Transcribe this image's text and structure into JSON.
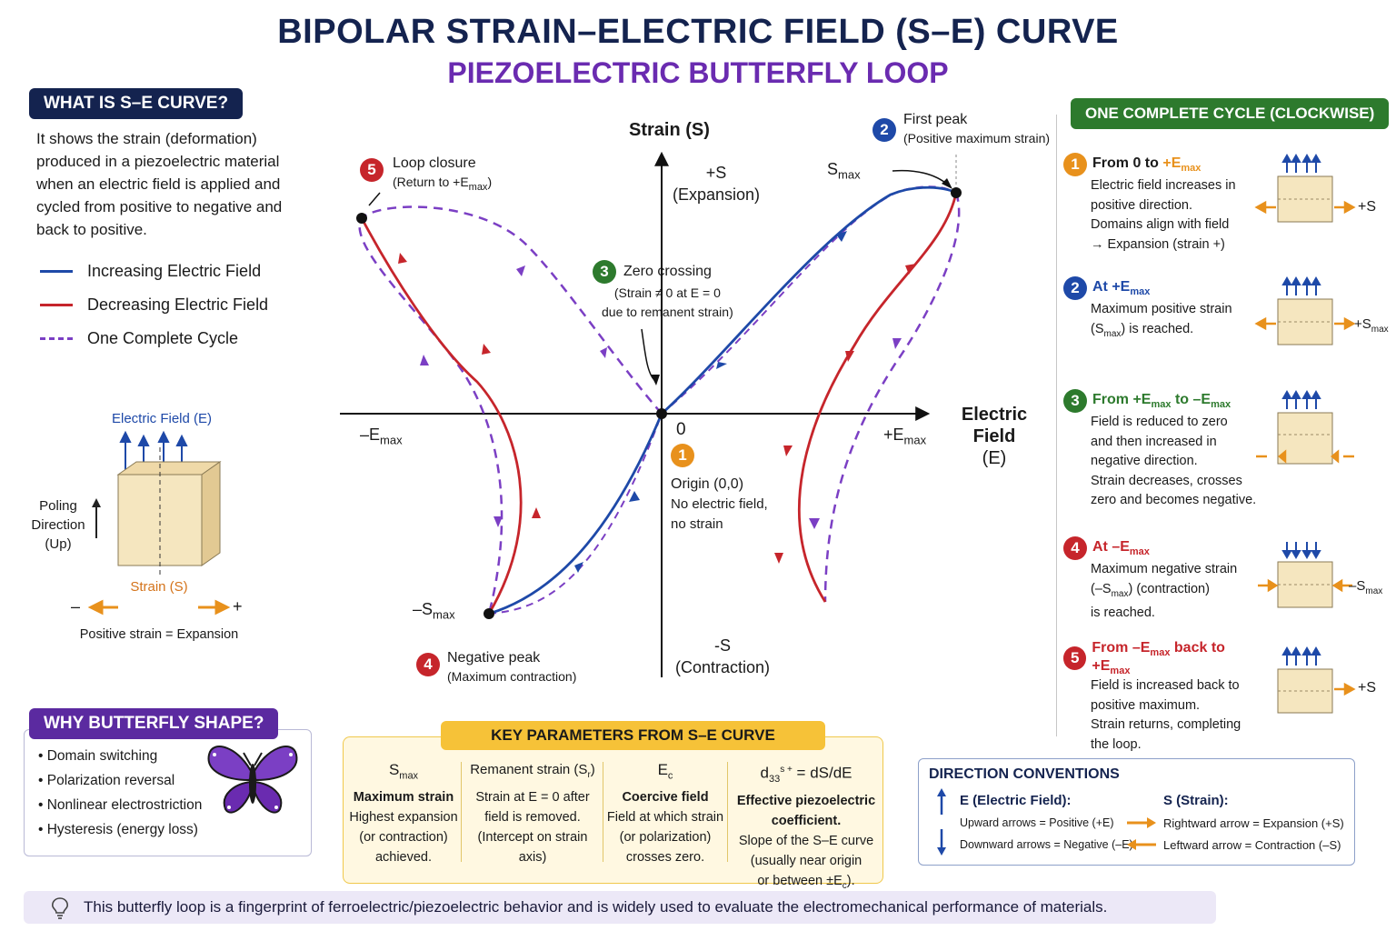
{
  "title": "BIPOLAR STRAIN–ELECTRIC FIELD (S–E) CURVE",
  "subtitle": "PIEZOELECTRIC BUTTERFLY LOOP",
  "intro": {
    "heading": "WHAT IS S–E CURVE?",
    "text": "It shows the strain (deformation) produced in a piezoelectric material when an electric field is applied and cycled from positive to negative and back to positive."
  },
  "legend": [
    {
      "label": "Increasing Electric Field",
      "color": "#1e49a8",
      "style": "solid"
    },
    {
      "label": "Decreasing Electric Field",
      "color": "#c6252b",
      "style": "solid"
    },
    {
      "label": "One Complete Cycle",
      "color": "#7b3fc4",
      "style": "dashed"
    }
  ],
  "poling": {
    "field_label": "Electric Field (E)",
    "direction_label": "Poling Direction (Up)",
    "strain_label": "Strain (S)",
    "minus": "–",
    "plus": "+",
    "caption": "Positive strain = Expansion"
  },
  "why": {
    "heading": "WHY BUTTERFLY SHAPE?",
    "items": [
      "Domain switching",
      "Polarization reversal",
      "Nonlinear electrostriction",
      "Hysteresis (energy loss)"
    ]
  },
  "plot": {
    "y_axis": "Strain (S)",
    "x_axis_1": "Electric Field",
    "x_axis_2": "(E)",
    "plus_s": "+S",
    "plus_s_sub": "(Expansion)",
    "minus_s": "-S",
    "minus_s_sub": "(Contraction)",
    "neg_emax": "–E",
    "pos_emax": "+E",
    "max_sub": "max",
    "origin_zero": "0",
    "smax": "S",
    "neg_smax": "–S",
    "points": {
      "p1": {
        "num": "1",
        "title": "Origin (0,0)",
        "l1": "No electric field,",
        "l2": "no strain"
      },
      "p2": {
        "num": "2",
        "title": "First peak",
        "l1": "(Positive maximum strain)"
      },
      "p3": {
        "num": "3",
        "title": "Zero crossing",
        "l1": "(Strain ≠ 0 at E = 0",
        "l2": "due to remanent strain)"
      },
      "p4": {
        "num": "4",
        "title": "Negative peak",
        "l1": "(Maximum contraction)"
      },
      "p5": {
        "num": "5",
        "title": "Loop closure",
        "l1": "(Return to +E",
        "l1_end": ")"
      }
    },
    "colors": {
      "increasing": "#1e49a8",
      "decreasing": "#c6252b",
      "cycle": "#7b3fc4"
    }
  },
  "cycle": {
    "heading": "ONE COMPLETE CYCLE (CLOCKWISE)",
    "steps": [
      {
        "num": "1",
        "head_a": "From 0 to ",
        "head_b": "+E",
        "head_c": "max",
        "lines": [
          "Electric field increases in",
          "positive direction.",
          "Domains align with field",
          "→ Expansion (strain +)"
        ],
        "strain_label": "+S"
      },
      {
        "num": "2",
        "head_a": "At +E",
        "head_c": "max",
        "lines": [
          "Maximum positive strain",
          "(S",
          "max",
          ") is reached."
        ],
        "strain_label": "+S",
        "strain_sub": "max"
      },
      {
        "num": "3",
        "head_a": "From +E",
        "head_c": "max",
        "head_d": " to –E",
        "head_e": "max",
        "lines": [
          "Field is reduced to zero",
          "and then increased in",
          "negative direction.",
          "Strain decreases, crosses",
          "zero and becomes negative."
        ]
      },
      {
        "num": "4",
        "head_a": "At –E",
        "head_c": "max",
        "lines": [
          "Maximum negative strain",
          "(–S",
          "max",
          ") (contraction)",
          "is reached."
        ],
        "strain_label": "–S",
        "strain_sub": "max"
      },
      {
        "num": "5",
        "head_a": "From –E",
        "head_c": "max",
        "head_d": " back to +E",
        "head_e": "max",
        "lines": [
          "Field is increased back to",
          "positive maximum.",
          "Strain returns, completing",
          "the loop."
        ],
        "strain_label": "+S"
      }
    ]
  },
  "key": {
    "heading": "KEY PARAMETERS FROM S–E CURVE",
    "cols": [
      {
        "sym": "S",
        "sub": "max",
        "l1": "Maximum strain",
        "l2": "Highest expansion",
        "l3": "(or contraction)",
        "l4": "achieved."
      },
      {
        "sym": "Remanent strain (S",
        "sub": "r",
        "sym_end": ")",
        "l1": "Strain at E = 0 after",
        "l2": "field is removed.",
        "l3": "(Intercept on strain axis)"
      },
      {
        "sym": "E",
        "sub": "c",
        "l1": "Coercive field",
        "l2": "Field at which strain",
        "l3": "(or polarization)",
        "l4": "crosses zero."
      },
      {
        "sym": "d",
        "sub": "33",
        "sup": "s +",
        "sym_end": " = dS/dE",
        "l1": "Effective piezoelectric",
        "l2": "coefficient.",
        "l3": "Slope of the S–E curve",
        "l4": "(usually near origin",
        "l5": "or between ±E",
        "l5_sub": "c",
        "l5_end": ")."
      }
    ]
  },
  "direction": {
    "heading": "DIRECTION CONVENTIONS",
    "e_head": "E (Electric Field):",
    "e_up": "Upward arrows = Positive (+E)",
    "e_down": "Downward arrows = Negative (–E)",
    "s_head": "S (Strain):",
    "s_right": "Rightward arrow = Expansion (+S)",
    "s_left": "Leftward arrow = Contraction (–S)"
  },
  "footer": "This butterfly loop is a fingerprint of ferroelectric/piezoelectric behavior and is widely used to evaluate the electromechanical performance of materials."
}
